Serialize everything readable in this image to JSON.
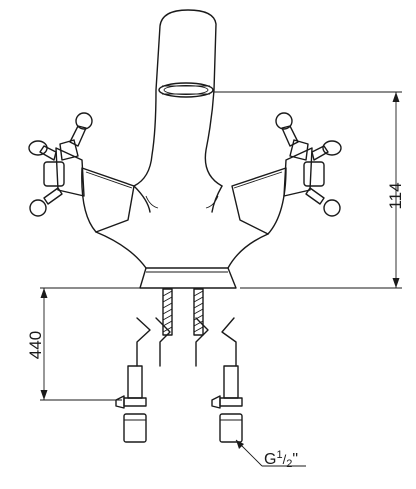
{
  "dimensions": {
    "spout_height": "114",
    "hose_length": "440"
  },
  "connection": {
    "thread_main": "G",
    "thread_num": "1",
    "thread_den": "2",
    "thread_suffix": "\""
  }
}
